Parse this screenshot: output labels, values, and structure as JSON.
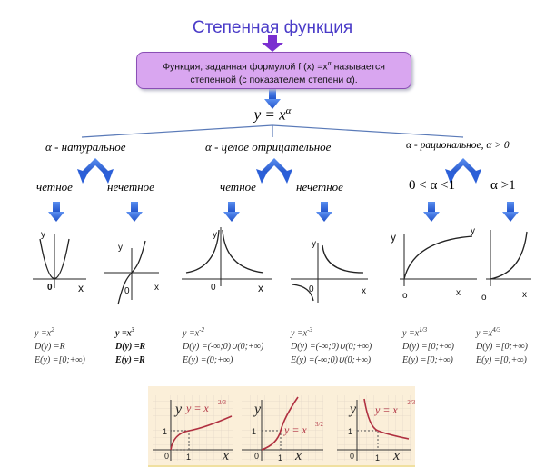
{
  "title": "Степенная функция",
  "definition": {
    "line1": "Функция, заданная формулой  f (x) =x",
    "line1_exp": "α",
    "line1_tail": "  называется",
    "line2": "степенной (с показателем степени α)."
  },
  "main_formula": {
    "base": "y = x",
    "exp": "α"
  },
  "categories": [
    {
      "label": "α - натуральное"
    },
    {
      "label": "α - целое отрицательное"
    },
    {
      "label": "α - рациональное, α > 0"
    }
  ],
  "subcategories": [
    {
      "label": "четное"
    },
    {
      "label": "нечетное"
    },
    {
      "label": "четное"
    },
    {
      "label": "нечетное"
    },
    {
      "label": "0 < α <1"
    },
    {
      "label": "α >1"
    }
  ],
  "graph_labels": {
    "g1": {
      "y": "y",
      "x": "x",
      "o": "0"
    },
    "g2": {
      "y": "y",
      "x": "x",
      "o": "0"
    },
    "g3": {
      "y": "y",
      "x": "x",
      "o": "0"
    },
    "g4": {
      "y": "y",
      "x": "x",
      "o": "0"
    },
    "g5": {
      "y": "y",
      "x": "x",
      "o": "o"
    },
    "g6": {
      "y": "y",
      "x": "x",
      "o": "o"
    }
  },
  "formulas": [
    {
      "func": "y =x",
      "exp": "2",
      "domain": "D(y) =R",
      "range": "E(y) =[0;+∞)"
    },
    {
      "func": "y =x",
      "exp": "3",
      "domain": "D(y) =R",
      "range": "E(y) =R"
    },
    {
      "func": "y =x",
      "exp": "-2",
      "domain": "D(y) =(-∞;0)∪(0;+∞)",
      "range": "E(y) =(0;+∞)"
    },
    {
      "func": "y =x",
      "exp": "-3",
      "domain": "D(y) =(-∞;0)∪(0;+∞)",
      "range": "E(y) =(-∞;0)∪(0;+∞)"
    },
    {
      "func": "y =x",
      "exp": "1/3",
      "domain": "D(y) =[0;+∞)",
      "range": "E(y) =[0;+∞)"
    },
    {
      "func": "y =x",
      "exp": "4/3",
      "domain": "D(y) =[0;+∞)",
      "range": "E(y) =[0;+∞)"
    }
  ],
  "examples": [
    {
      "formula": "y = x",
      "exp": "2/3",
      "y": "y",
      "x": "x",
      "o": "0",
      "one_x": "1",
      "one_y": "1"
    },
    {
      "formula": "y = x",
      "exp": "3/2",
      "y": "y",
      "x": "x",
      "o": "0",
      "one_x": "1",
      "one_y": "1"
    },
    {
      "formula": "y = x",
      "exp": "-2/3",
      "y": "y",
      "x": "x",
      "o": "0",
      "one_x": "1",
      "one_y": "1"
    }
  ],
  "colors": {
    "title": "#4a3bc8",
    "box": "#d9a6f0",
    "arrow": "#3a6fe0",
    "curve": "#b03040"
  }
}
